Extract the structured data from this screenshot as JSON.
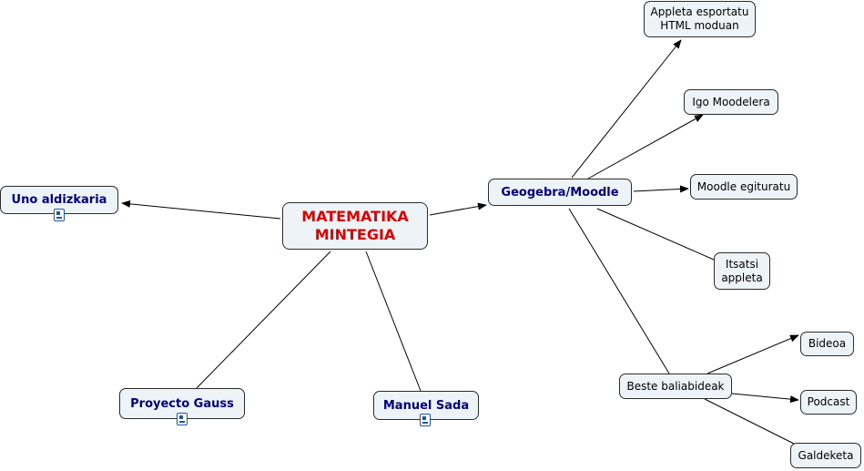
{
  "diagram": {
    "nodes": {
      "center": "MATEMATIKA\nMINTEGIA",
      "uno": "Uno aldizkaria",
      "geogebra": "Geogebra/Moodle",
      "gauss": "Proyecto Gauss",
      "sada": "Manuel Sada",
      "appleta": "Appleta esportatu\nHTML moduan",
      "igo": "Igo Moodelera",
      "egituratu": "Moodle egituratu",
      "itsatsi": "Itsatsi\nappleta",
      "beste": "Beste baliabideak",
      "bideoa": "Bideoa",
      "podcast": "Podcast",
      "galdeketa": "Galdeketa"
    },
    "attachment_icon": "document-icon",
    "colors": {
      "main_text": "#e00000",
      "topic_text": "#000080",
      "node_fill": "#eef3f7",
      "node_border": "#2b2b2b"
    }
  }
}
